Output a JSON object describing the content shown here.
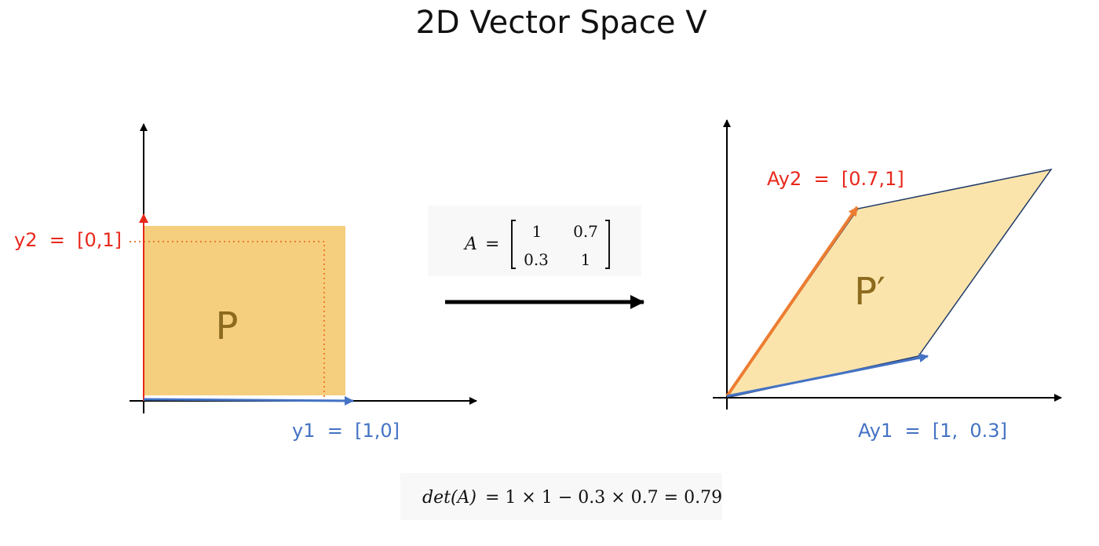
{
  "title": "2D Vector Space V",
  "left_panel": {
    "region_label": "P",
    "y1_label": "y1  =  [1,0]",
    "y2_label": "y2  =  [0,1]"
  },
  "matrix": {
    "symbol": "A",
    "equals": "=",
    "rows": [
      [
        "1",
        "0.7"
      ],
      [
        "0.3",
        "1"
      ]
    ]
  },
  "right_panel": {
    "region_label": "P′",
    "ay1_label": "Ay1  =  [1,  0.3]",
    "ay2_label": "Ay2  =  [0.7,1]"
  },
  "determinant": {
    "lhs": "det(A)",
    "rhs": "= 1 × 1 − 0.3 × 0.7 = 0.79"
  },
  "colors": {
    "square_fill": "#F5CF7E",
    "parallelogram_fill": "#FBE4AC",
    "parallelogram_edge": "#1F3A68",
    "y1_color": "#4472C4",
    "y2_color": "#E8281B",
    "ay2_vector": "#ED7D31",
    "dotted": "#ED7D31",
    "axis": "#000000"
  }
}
